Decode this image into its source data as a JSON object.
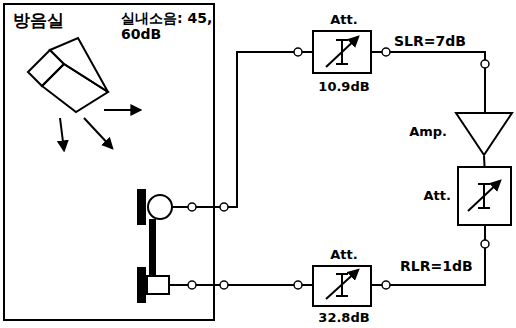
{
  "diagram": {
    "nodes": [
      {
        "text": [
          "방음실",
          "실내소음: 45, 60dB"
        ]
      },
      {
        "text": [
          "Att.",
          "10.9dB"
        ]
      },
      {
        "text": [
          "Amp."
        ]
      },
      {
        "text": [
          "Att."
        ]
      },
      {
        "text": [
          "Att.",
          "32.8dB"
        ]
      }
    ],
    "edges": [
      {
        "from": 0,
        "to": 1,
        "arrow": "none"
      },
      {
        "from": 1,
        "to": 2,
        "label": "SLR=7dB",
        "arrow": "none"
      },
      {
        "from": 2,
        "to": 3,
        "arrow": "none"
      },
      {
        "from": 3,
        "to": 4,
        "label": "RLR=1dB",
        "arrow": "none"
      },
      {
        "from": 4,
        "to": 0,
        "arrow": "none"
      }
    ]
  }
}
